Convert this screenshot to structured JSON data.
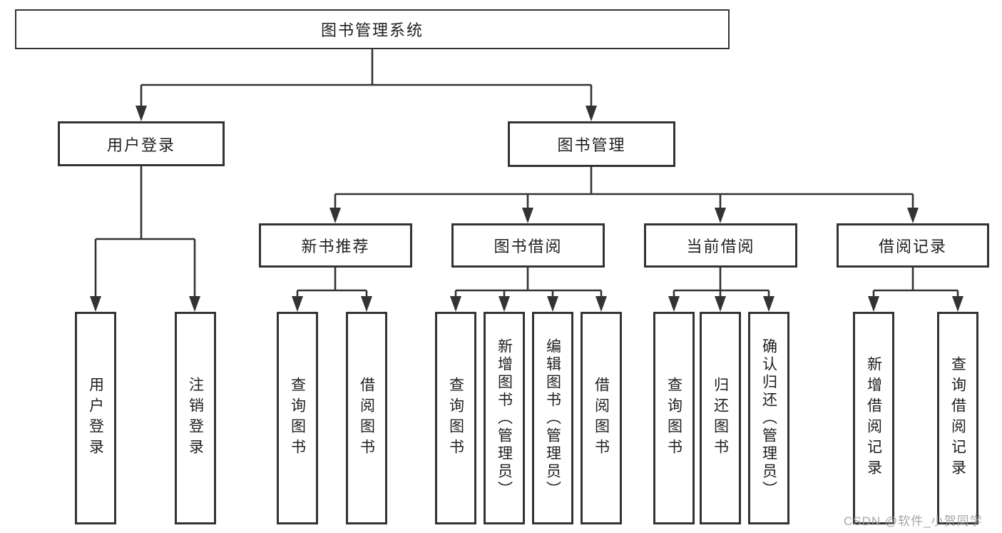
{
  "diagram": {
    "root": {
      "label": "图书管理系统"
    },
    "level2": [
      {
        "label": "用户登录"
      },
      {
        "label": "图书管理"
      }
    ],
    "level3": [
      {
        "label": "新书推荐"
      },
      {
        "label": "图书借阅"
      },
      {
        "label": "当前借阅"
      },
      {
        "label": "借阅记录"
      }
    ],
    "leaves": {
      "user_login": [
        "用户登录",
        "注销登录"
      ],
      "new_book_recommend": [
        "查询图书",
        "借阅图书"
      ],
      "book_borrowing": [
        "查询图书",
        "新增图书（管理员）",
        "编辑图书（管理员）",
        "借阅图书"
      ],
      "current_borrowing": [
        "查询图书",
        "归还图书",
        "确认归还（管理员）"
      ],
      "borrowing_records": [
        "新增借阅记录",
        "查询借阅记录"
      ]
    },
    "colors": {
      "line": "#333333",
      "box_background": "#ffffff",
      "text": "#1f1f1f",
      "watermark": "#9e9e9e"
    }
  },
  "watermark": {
    "text": "CSDN @软件_小贺同学"
  }
}
